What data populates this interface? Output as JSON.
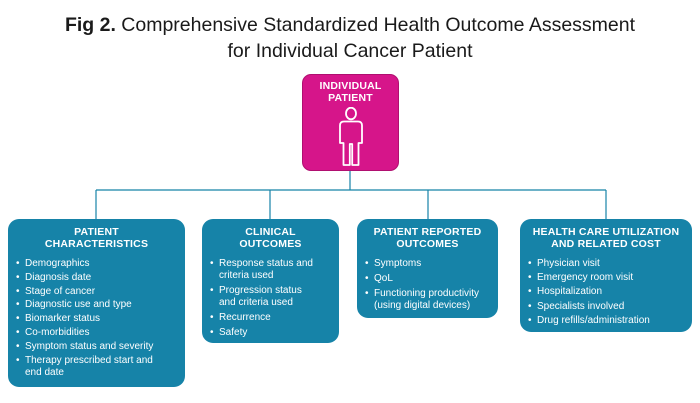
{
  "title": {
    "lead": "Fig 2.",
    "line1_rest": " Comprehensive Standardized Health Outcome Assessment",
    "line2": "for Individual Cancer Patient"
  },
  "patient": {
    "label": "INDIVIDUAL\nPATIENT",
    "icon": "person-icon"
  },
  "colors": {
    "patient_box": "#d6158a",
    "category_box": "#1683a8",
    "connector": "#1683a8"
  },
  "categories": [
    {
      "id": "patient-characteristics",
      "title": "PATIENT\nCHARACTERISTICS",
      "items": [
        "Demographics",
        "Diagnosis date",
        "Stage of cancer",
        "Diagnostic use and type",
        "Biomarker status",
        "Co-morbidities",
        "Symptom status and severity",
        "Therapy prescribed start and\nend date"
      ]
    },
    {
      "id": "clinical-outcomes",
      "title": "CLINICAL\nOUTCOMES",
      "items": [
        "Response status and\ncriteria used",
        "Progression status\nand criteria used",
        "Recurrence",
        "Safety"
      ]
    },
    {
      "id": "patient-reported-outcomes",
      "title": "PATIENT REPORTED\nOUTCOMES",
      "items": [
        "Symptoms",
        "QoL",
        "Functioning productivity\n(using digital devices)"
      ]
    },
    {
      "id": "health-care-utilization",
      "title": "HEALTH CARE UTILIZATION\nAND RELATED COST",
      "items": [
        "Physician visit",
        "Emergency room visit",
        "Hospitalization",
        "Specialists involved",
        "Drug refills/administration"
      ]
    }
  ]
}
